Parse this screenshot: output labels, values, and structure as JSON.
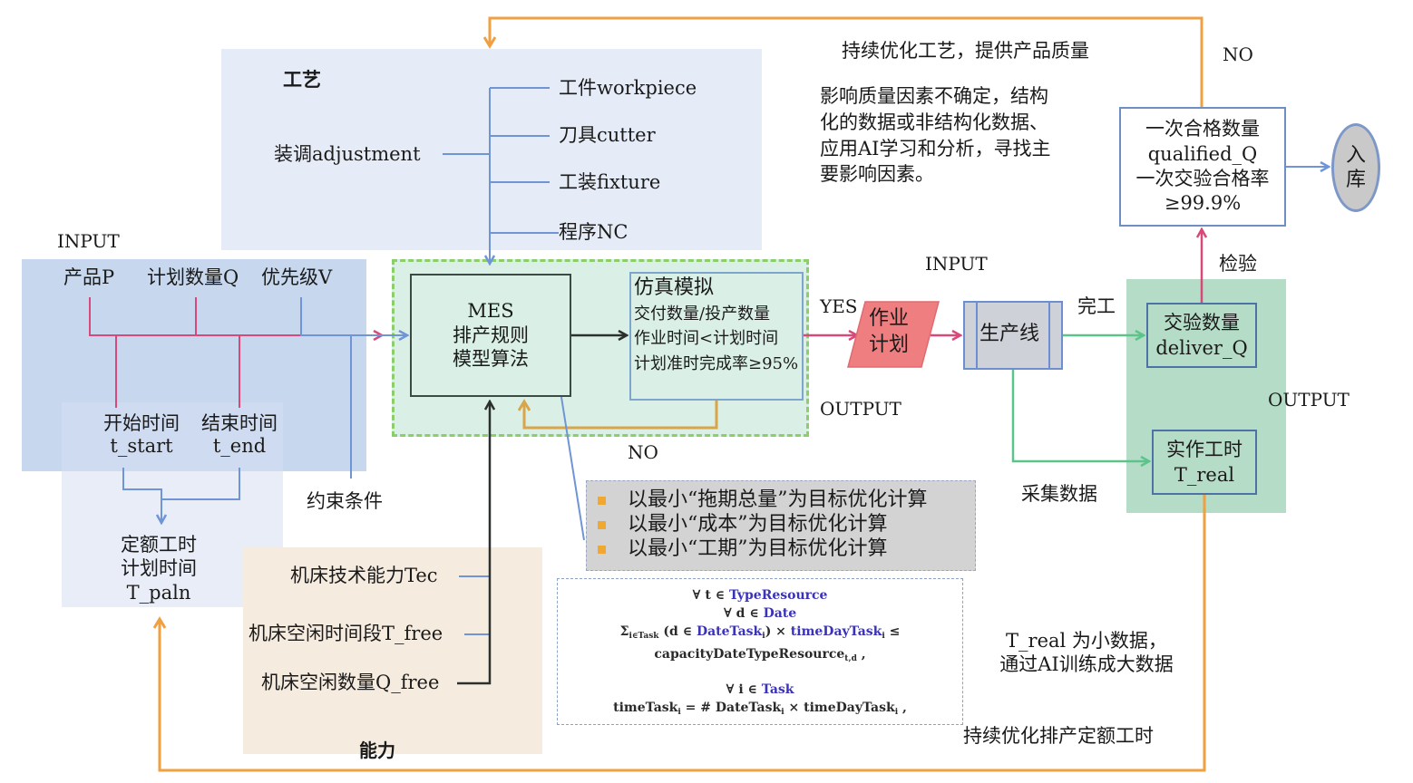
{
  "colors": {
    "craft_panel": "#e6ecf7",
    "input_panel": "#b4cae8",
    "capacity_panel": "#f5ebdf",
    "mes_panel": "#daf0e6",
    "mes_dash": "#8ccf6a",
    "output_panel": "#b4dcc6",
    "plan_fill": "#ef7e80",
    "pink_line": "#d9487a",
    "blue_line": "#6f95d6",
    "green_line": "#5cc48a",
    "orange_line": "#f0a040",
    "dark_line": "#2b2f2d",
    "bullet": "#f0a830"
  },
  "craft": {
    "title": "工艺",
    "adjustment": "装调adjustment",
    "items": [
      "工件workpiece",
      "刀具cutter",
      "工装fixture",
      "程序NC"
    ]
  },
  "input_section": {
    "label": "INPUT",
    "fields": [
      "产品P",
      "计划数量Q",
      "优先级V"
    ],
    "start_time": {
      "cn": "开始时间",
      "en": "t_start"
    },
    "end_time": {
      "cn": "结束时间",
      "en": "t_end"
    },
    "constraint": "约束条件",
    "quota": [
      "定额工时",
      "计划时间",
      "T_paln"
    ]
  },
  "mes": {
    "lines": [
      "MES",
      "排产规则",
      "模型算法"
    ]
  },
  "simulation": {
    "title": "仿真模拟",
    "lines": [
      "交付数量/投产数量",
      "作业时间<计划时间",
      "计划准时完成率≥95%"
    ]
  },
  "flow_labels": {
    "yes": "YES",
    "no_loop": "NO",
    "output_left": "OUTPUT",
    "input_right": "INPUT",
    "completion": "完工",
    "inspection": "检验",
    "collect_data": "采集数据",
    "output_right": "OUTPUT",
    "no_top": "NO"
  },
  "work_plan": [
    "作业",
    "计划"
  ],
  "production_line": "生产线",
  "deliver": [
    "交验数量",
    "deliver_Q"
  ],
  "real_time": [
    "实作工时",
    "T_real"
  ],
  "qualified": [
    "一次合格数量",
    "qualified_Q",
    "一次交验合格率",
    "≥99.9%"
  ],
  "warehouse": [
    "入",
    "库"
  ],
  "quality_note": {
    "title": "持续优化工艺，提供产品质量",
    "lines": [
      "影响质量因素不确定，结构",
      "化的数据或非结构化数据、",
      "应用AI学习和分析，寻找主",
      "要影响因素。"
    ]
  },
  "objectives": [
    "以最小“拖期总量”为目标优化计算",
    "以最小“成本”为目标优化计算",
    "以最小“工期”为目标优化计算"
  ],
  "formula": {
    "l1": {
      "a": "∀  t ∈ ",
      "b": "TypeResource"
    },
    "l2": {
      "a": "∀ d ∈ ",
      "b": "Date"
    },
    "l3": {
      "sum": "Σ",
      "sub": "i∈Task",
      "a": " (d ∈ ",
      "b": "DateTask",
      "i": "i",
      "c": ") × ",
      "d": "timeDayTask",
      "e": "  ≤"
    },
    "l4": {
      "a": "capacityDateTypeResource",
      "sub": "t,d",
      "b": " ,"
    },
    "l5": {
      "a": "∀  i ∈ ",
      "b": "Task"
    },
    "l6": {
      "a": "timeTask",
      "i": "i",
      "b": " =  # DateTask",
      "c": " × timeDayTask",
      "d": " ,"
    }
  },
  "capacity": {
    "title": "能力",
    "items": [
      "机床技术能力Tec",
      "机床空闲时间段T_free",
      "机床空闲数量Q_free"
    ]
  },
  "ai_note": [
    "T_real 为小数据，",
    "通过AI训练成大数据"
  ],
  "optimize_quota": "持续优化排产定额工时"
}
